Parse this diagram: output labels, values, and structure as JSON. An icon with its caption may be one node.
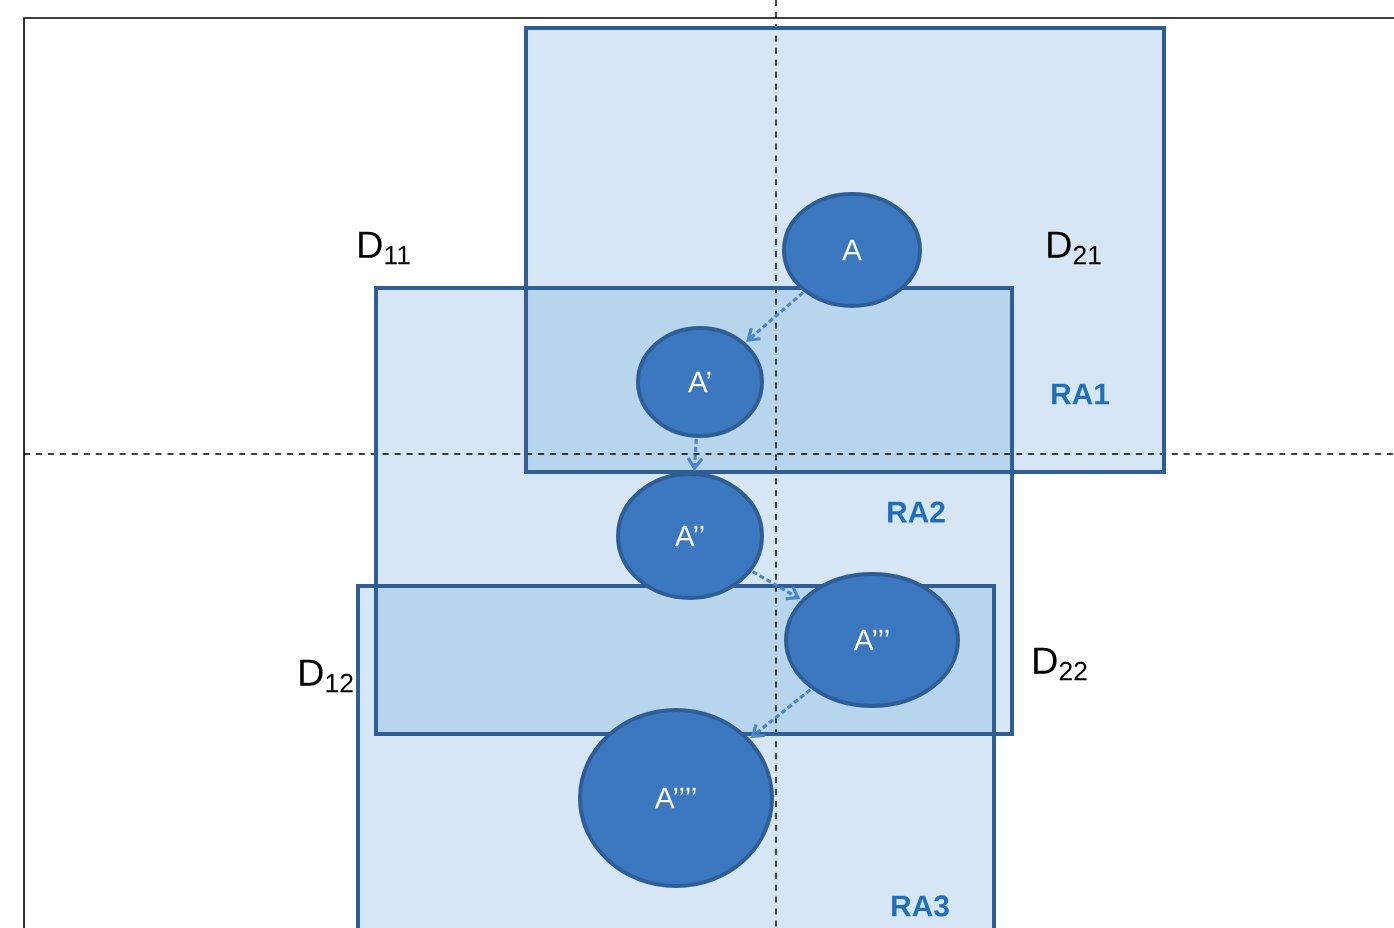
{
  "diagram": {
    "nodes": [
      {
        "text": [
          "RA1"
        ]
      },
      {
        "text": [
          "RA2"
        ]
      },
      {
        "text": [
          "RA3"
        ]
      },
      {
        "text": [
          "A"
        ],
        "in": 0
      },
      {
        "text": [
          "A’"
        ]
      },
      {
        "text": [
          "A’’"
        ],
        "in": 1
      },
      {
        "text": [
          "A’’’"
        ],
        "in": 1
      },
      {
        "text": [
          "A’’’’"
        ],
        "in": 2
      }
    ],
    "edges": [
      {
        "from": 3,
        "to": 4,
        "arrow": "to",
        "style": "dashed"
      },
      {
        "from": 4,
        "to": 5,
        "arrow": "to",
        "style": "dashed"
      },
      {
        "from": 5,
        "to": 6,
        "arrow": "to",
        "style": "dashed"
      },
      {
        "from": 6,
        "to": 7,
        "arrow": "to",
        "style": "dashed"
      }
    ],
    "labels": [
      "D$_{11}$",
      "D$_{21}$",
      "D$_{12}$",
      "D$_{22}$"
    ]
  }
}
